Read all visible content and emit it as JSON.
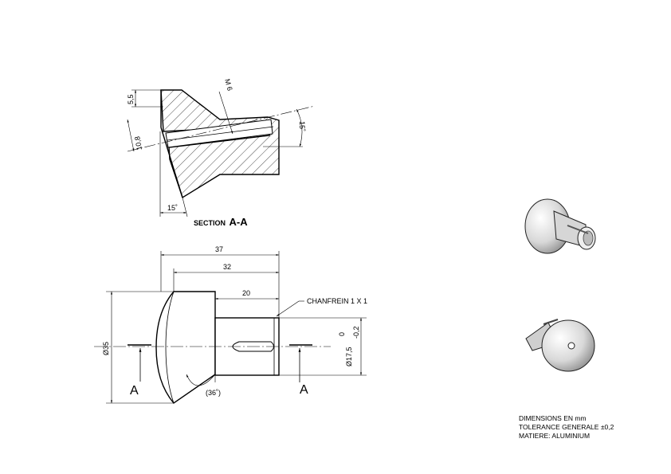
{
  "section": {
    "label_prefix": "SECTION",
    "label_id": "A-A",
    "dim_5_5": "5,5",
    "dim_10_8": "10,8",
    "dim_m6": "M 6",
    "angle_15_right": "15˚",
    "angle_15_bottom": "15˚"
  },
  "front_view": {
    "dim_37": "37",
    "dim_32": "32",
    "dim_20": "20",
    "chamfer_note": "CHANFREIN 1 X 1",
    "dia_35": "Ø35",
    "dia_17_5": "Ø17,5",
    "tol_upper": "0",
    "tol_lower": "-0,2",
    "angle_36": "(36˚)",
    "cut_letter_left": "A",
    "cut_letter_right": "A"
  },
  "notes": {
    "line1": "DIMENSIONS EN mm",
    "line2": "TOLERANCE GENERALE ±0,2",
    "line3": "MATIERE: ALUMINIUM"
  },
  "colors": {
    "line": "#000000",
    "iso_fill": "#e6e6e6",
    "iso_shade": "#9a9a9a"
  }
}
